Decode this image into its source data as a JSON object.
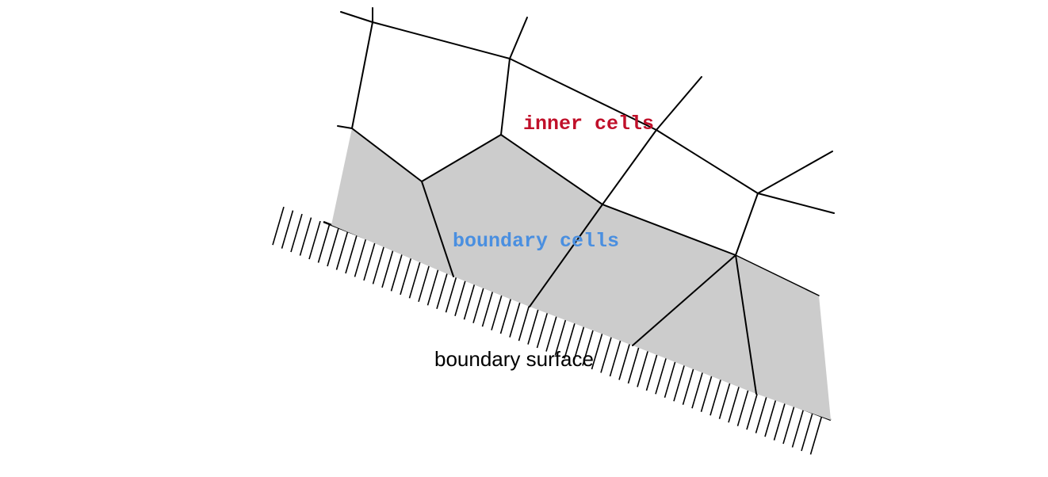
{
  "labels": {
    "inner": "inner cells",
    "boundary_cells": "boundary cells",
    "boundary_surface": "boundary surface"
  },
  "colors": {
    "inner_label": "#c0102a",
    "boundary_label": "#4a8fe0",
    "boundary_fill": "#cccccc",
    "line": "#000000",
    "background": "#ffffff"
  }
}
